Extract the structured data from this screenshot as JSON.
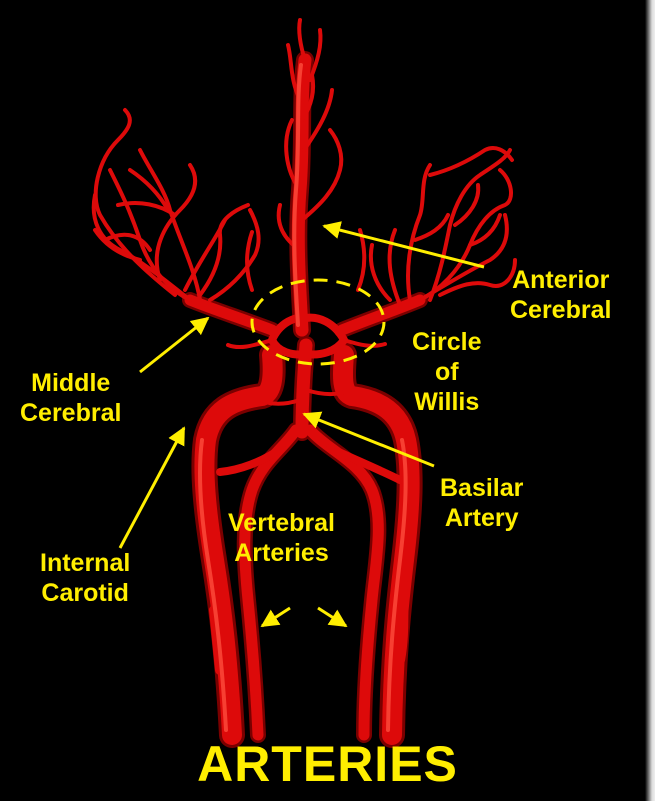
{
  "title": "ARTERIES",
  "labels": {
    "anterior_cerebral": [
      "Anterior",
      "Cerebral"
    ],
    "circle_of_willis": [
      "Circle",
      "of",
      "Willis"
    ],
    "middle_cerebral": [
      "Middle",
      "Cerebral"
    ],
    "basilar_artery": [
      "Basilar",
      "Artery"
    ],
    "internal_carotid": [
      "Internal",
      "Carotid"
    ],
    "vertebral_arteries": [
      "Vertebral",
      "Arteries"
    ]
  },
  "colors": {
    "background": "#000000",
    "label": "#ffee00",
    "artery": "#dd0a0a",
    "artery_dark": "#8a0000",
    "artery_highlight": "#ff4a3a"
  }
}
